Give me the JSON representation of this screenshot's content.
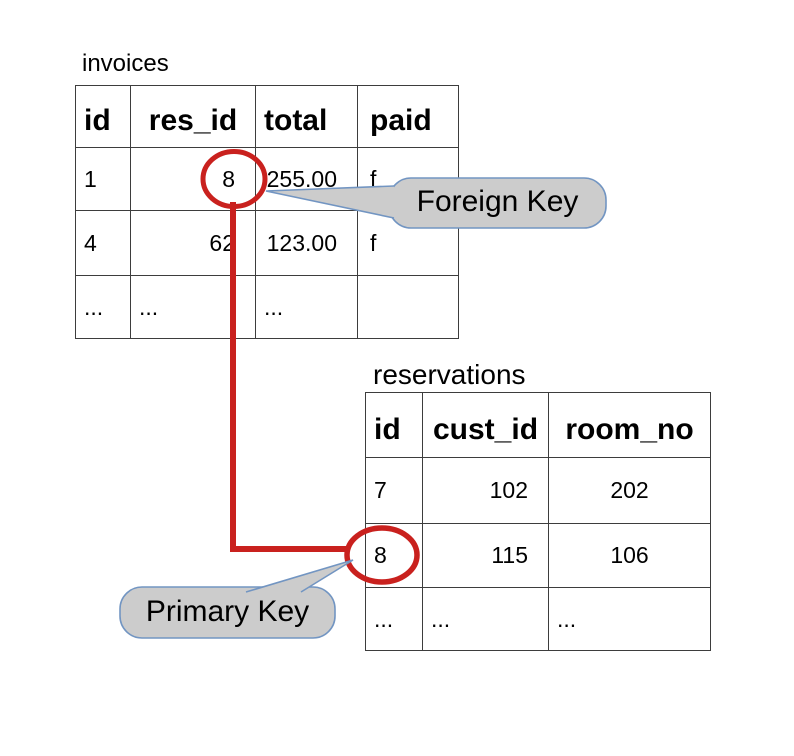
{
  "invoices_table": {
    "title": "invoices",
    "headers": [
      "id",
      "res_id",
      "total",
      "paid"
    ],
    "rows": [
      [
        "1",
        "8",
        "255.00",
        "f"
      ],
      [
        "4",
        "62",
        "123.00",
        "f"
      ],
      [
        "...",
        "...",
        "...",
        ""
      ]
    ]
  },
  "reservations_table": {
    "title": "reservations",
    "headers": [
      "id",
      "cust_id",
      "room_no"
    ],
    "rows": [
      [
        "7",
        "102",
        "202"
      ],
      [
        "8",
        "115",
        "106"
      ],
      [
        "...",
        "...",
        "..."
      ]
    ]
  },
  "callouts": {
    "foreign_key_label": "Foreign Key",
    "primary_key_label": "Primary Key"
  },
  "highlight": {
    "circled_foreign_key_value": "8",
    "circled_primary_key_value": "8"
  },
  "colors": {
    "highlight_red": "#c9211e",
    "callout_fill": "#cccccc",
    "callout_border": "#7295c2",
    "table_border": "#3d3d3d",
    "background": "#ffffff",
    "text": "#000000"
  }
}
